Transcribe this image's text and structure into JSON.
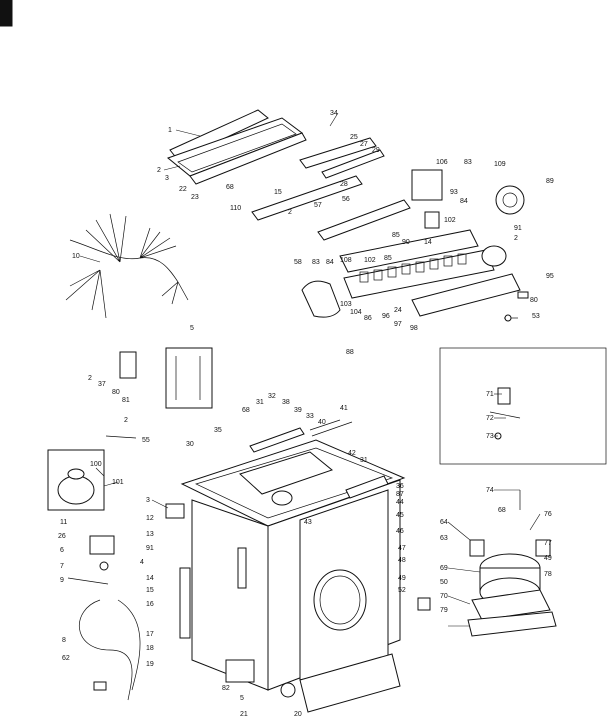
{
  "callouts": [
    "1",
    "2",
    "3",
    "34",
    "25",
    "27",
    "29",
    "22",
    "23",
    "68",
    "110",
    "15",
    "28",
    "56",
    "57",
    "2",
    "106",
    "83",
    "109",
    "89",
    "93",
    "84",
    "102",
    "85",
    "90",
    "14",
    "91",
    "2",
    "58",
    "83",
    "84",
    "108",
    "85",
    "102",
    "103",
    "104",
    "86",
    "96",
    "24",
    "97",
    "98",
    "95",
    "80",
    "53",
    "10",
    "5",
    "88",
    "2",
    "37",
    "80",
    "81",
    "55",
    "2",
    "100",
    "101",
    "68",
    "31",
    "32",
    "38",
    "39",
    "33",
    "40",
    "41",
    "30",
    "35",
    "42",
    "31",
    "36",
    "87",
    "44",
    "3",
    "12",
    "13",
    "43",
    "45",
    "46",
    "91",
    "47",
    "4",
    "14",
    "15",
    "16",
    "49",
    "17",
    "18",
    "19",
    "48",
    "52",
    "82",
    "5",
    "21",
    "20",
    "11",
    "26",
    "6",
    "7",
    "9",
    "8",
    "62",
    "71",
    "72",
    "73",
    "74",
    "76",
    "64",
    "68",
    "77",
    "63",
    "49",
    "50",
    "78",
    "69",
    "70",
    "79"
  ]
}
